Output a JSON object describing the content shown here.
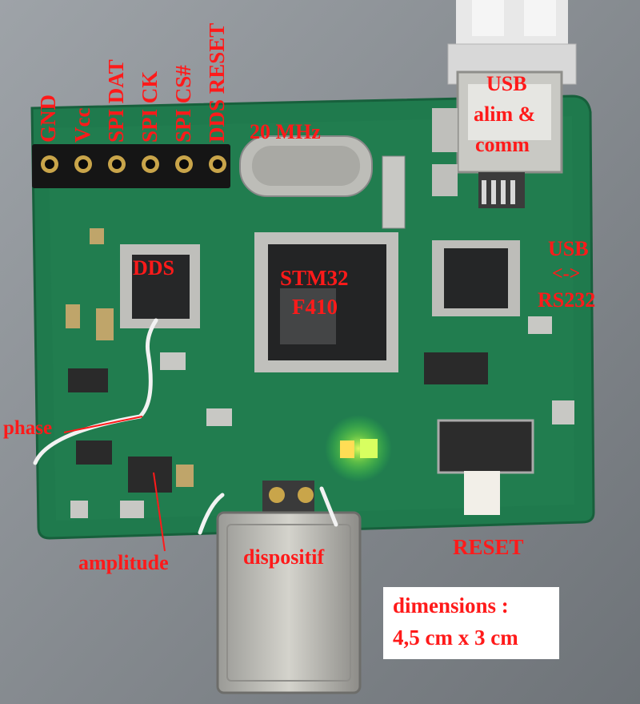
{
  "labels": {
    "gnd": "GND",
    "vcc": "Vcc",
    "spi_dat": "SPI DAT",
    "spi_ck": "SPI CK",
    "spi_cs": "SPI CS#",
    "dds_reset": "DDS RESET",
    "crystal_freq": "20 MHz",
    "usb_line1": "USB",
    "usb_line2": "alim &",
    "usb_line3": "comm",
    "dds": "DDS",
    "mcu_line1": "STM32",
    "mcu_line2": "F410",
    "bridge_line1": "USB",
    "bridge_line2": "<->",
    "bridge_line3": "RS232",
    "phase": "phase",
    "amplitude": "amplitude",
    "reset": "RESET",
    "device": "dispositif",
    "dim_line1": "dimensions :",
    "dim_line2": "4,5 cm x 3 cm"
  },
  "colors": {
    "label": "#ff1a1a",
    "pcb": "#1f7a4d",
    "background": "#8a8f95"
  }
}
